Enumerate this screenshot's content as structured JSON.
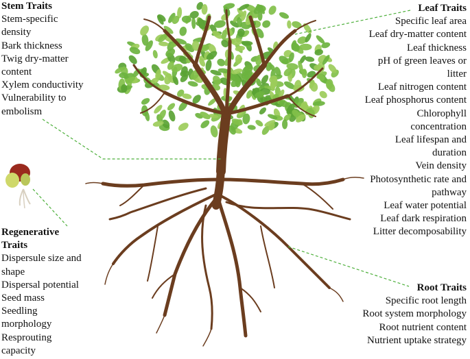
{
  "stem": {
    "heading": "Stem Traits",
    "lines": [
      "Stem-specific",
      "density",
      "Bark thickness",
      "Twig dry-matter",
      "content",
      "Xylem conductivity",
      "Vulnerability to",
      "embolism"
    ]
  },
  "regenerative": {
    "heading_lines": [
      "Regenerative",
      "Traits"
    ],
    "lines": [
      "Dispersule size and",
      "shape",
      "Dispersal potential",
      "Seed mass",
      "Seedling",
      "morphology",
      "Resprouting",
      "capacity"
    ]
  },
  "leaf": {
    "heading": "Leaf Traits",
    "lines": [
      "Specific leaf area",
      "Leaf dry-matter content",
      "Leaf thickness",
      "pH of green leaves or",
      "litter",
      "Leaf nitrogen content",
      "Leaf phosphorus content",
      "Chlorophyll",
      "concentration",
      "Leaf lifespan and",
      "duration",
      "Vein density",
      "Photosynthetic rate and",
      "pathway",
      "Leaf water potential",
      "Leaf dark respiration",
      "Litter decomposability"
    ]
  },
  "root": {
    "heading": "Root Traits",
    "lines": [
      "Specific root length",
      "Root system morphology",
      "Root nutrient content",
      "Nutrient uptake strategy"
    ]
  },
  "colors": {
    "leaf_green": "#6db33f",
    "leaf_light": "#9ccc5a",
    "bark_brown": "#6b3d1f",
    "connector_green": "#4caf3a",
    "seed_red": "#9a2a1e",
    "seed_yellow": "#cfd86a"
  },
  "icons": [
    "tree-illustration",
    "seedling-icon"
  ]
}
